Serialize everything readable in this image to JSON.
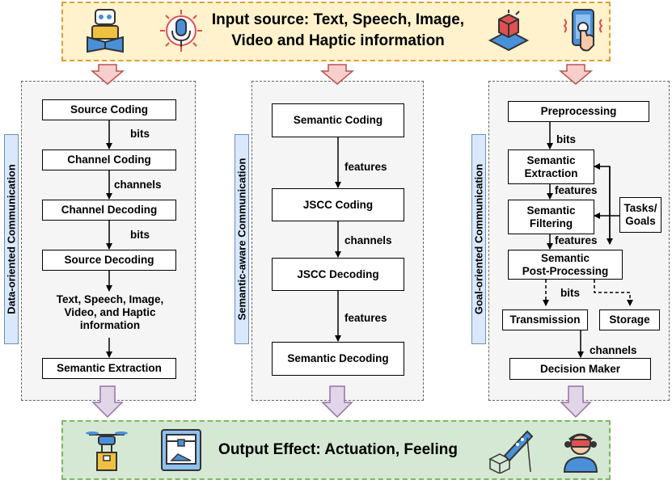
{
  "input_banner": {
    "line1": "Input source: Text, Speech, Image,",
    "line2": "Video and Haptic information"
  },
  "output_banner": {
    "text": "Output Effect: Actuation, Feeling"
  },
  "data_oriented": {
    "title": "Data-oriented Communication",
    "source_coding": "Source Coding",
    "label_bits_1": "bits",
    "channel_coding": "Channel Coding",
    "label_channels": "channels",
    "channel_decoding": "Channel Decoding",
    "label_bits_2": "bits",
    "source_decoding": "Source Decoding",
    "info_line1": "Text, Speech, Image,",
    "info_line2": "Video, and Haptic",
    "info_line3": "information",
    "semantic_extraction": "Semantic Extraction"
  },
  "semantic_aware": {
    "title": "Semantic-aware Communication",
    "semantic_coding": "Semantic Coding",
    "label_features_1": "features",
    "jscc_coding": "JSCC Coding",
    "label_channels": "channels",
    "jscc_decoding": "JSCC Decoding",
    "label_features_2": "features",
    "semantic_decoding": "Semantic Decoding"
  },
  "goal_oriented": {
    "title": "Goal-oriented Communication",
    "preprocessing": "Preprocessing",
    "label_bits_1": "bits",
    "semantic_extraction_1": "Semantic",
    "semantic_extraction_2": "Extraction",
    "label_features_1": "features",
    "semantic_filtering_1": "Semantic",
    "semantic_filtering_2": "Filtering",
    "tasks_1": "Tasks/",
    "tasks_2": "Goals",
    "label_features_2": "features",
    "post_processing_1": "Semantic",
    "post_processing_2": "Post-Processing",
    "label_bits_2": "bits",
    "transmission": "Transmission",
    "storage": "Storage",
    "label_channels": "channels",
    "decision_maker": "Decision Maker"
  },
  "colors": {
    "input_fill": "#fff2cc",
    "input_border": "#e0a030",
    "output_fill": "#d5e8d4",
    "output_border": "#82b366",
    "panel_fill": "#f5f5f5",
    "label_fill": "#dae8fc",
    "arrow_top": "#f8cecc",
    "arrow_bottom": "#e1d5e7",
    "icon_blue": "#4a90d9",
    "icon_red": "#e05050"
  },
  "icons": {
    "input": [
      "robot-reader-icon",
      "microphone-icon",
      "3d-cube-icon",
      "smartphone-touch-icon"
    ],
    "output": [
      "drone-delivery-icon",
      "3d-printer-icon",
      "haptic-pen-icon",
      "vr-user-icon"
    ]
  }
}
